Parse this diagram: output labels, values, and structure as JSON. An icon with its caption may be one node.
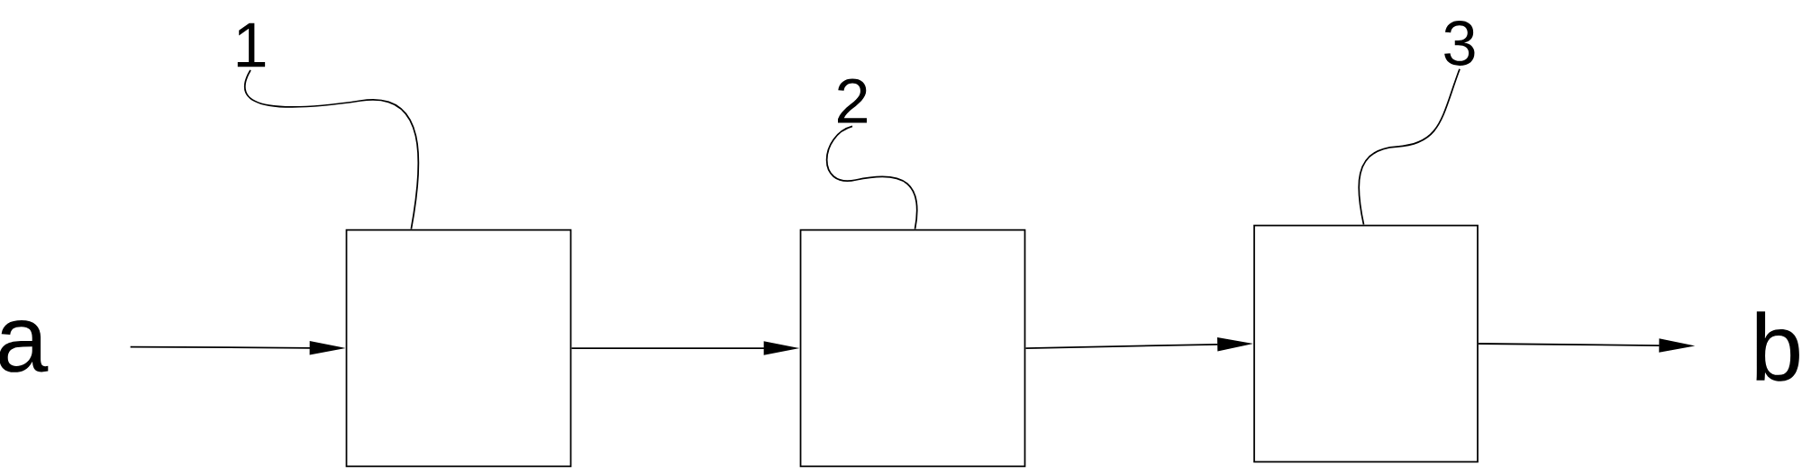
{
  "diagram": {
    "nodes": [
      {
        "text": [
          "a"
        ]
      },
      {
        "text": [],
        "shape": "box"
      },
      {
        "text": [],
        "shape": "box"
      },
      {
        "text": [],
        "shape": "box"
      },
      {
        "text": [
          "b"
        ]
      },
      {
        "text": [
          "1"
        ]
      },
      {
        "text": [
          "2"
        ]
      },
      {
        "text": [
          "3"
        ]
      }
    ],
    "edges": [
      {
        "from": 0,
        "to": 1,
        "arrow": "to"
      },
      {
        "from": 1,
        "to": 2,
        "arrow": "to"
      },
      {
        "from": 2,
        "to": 3,
        "arrow": "to"
      },
      {
        "from": 3,
        "to": 4,
        "arrow": "to"
      },
      {
        "from": 5,
        "to": 1,
        "arrow": "none"
      },
      {
        "from": 6,
        "to": 2,
        "arrow": "none"
      },
      {
        "from": 7,
        "to": 3,
        "arrow": "none"
      }
    ]
  }
}
